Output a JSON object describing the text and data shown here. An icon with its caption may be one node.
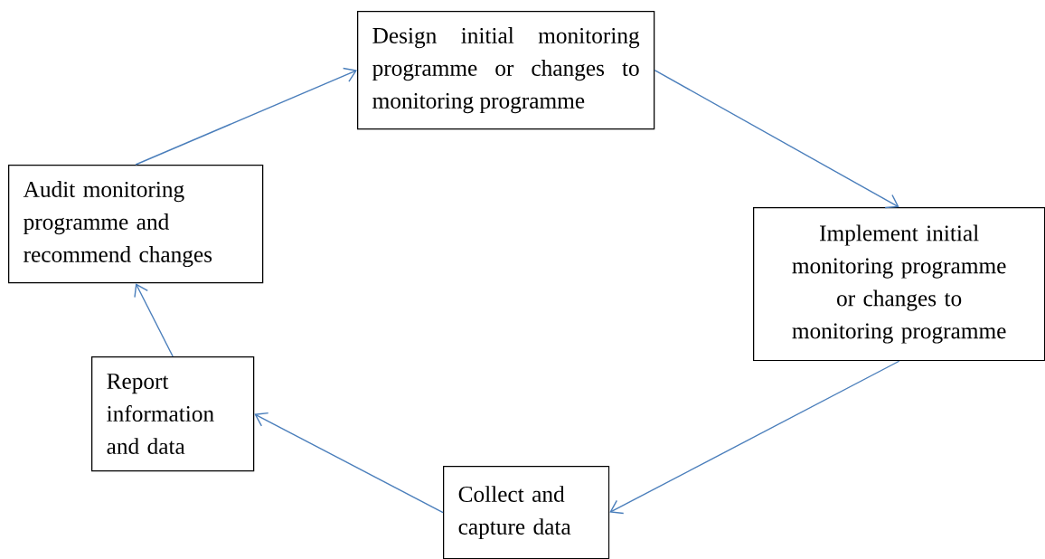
{
  "diagram": {
    "nodes": [
      {
        "text": [
          "Design initial monitoring programme or changes to monitoring programme"
        ]
      },
      {
        "text": [
          "Implement initial monitoring programme or changes to monitoring programme"
        ]
      },
      {
        "text": [
          "Collect and capture data"
        ]
      },
      {
        "text": [
          "Report information and data"
        ]
      },
      {
        "text": [
          "Audit monitoring programme and recommend changes"
        ]
      }
    ],
    "edges": [
      {
        "from": 0,
        "to": 1,
        "arrow": "to"
      },
      {
        "from": 1,
        "to": 2,
        "arrow": "to"
      },
      {
        "from": 2,
        "to": 3,
        "arrow": "to"
      },
      {
        "from": 3,
        "to": 4,
        "arrow": "to"
      },
      {
        "from": 4,
        "to": 0,
        "arrow": "to"
      }
    ]
  }
}
